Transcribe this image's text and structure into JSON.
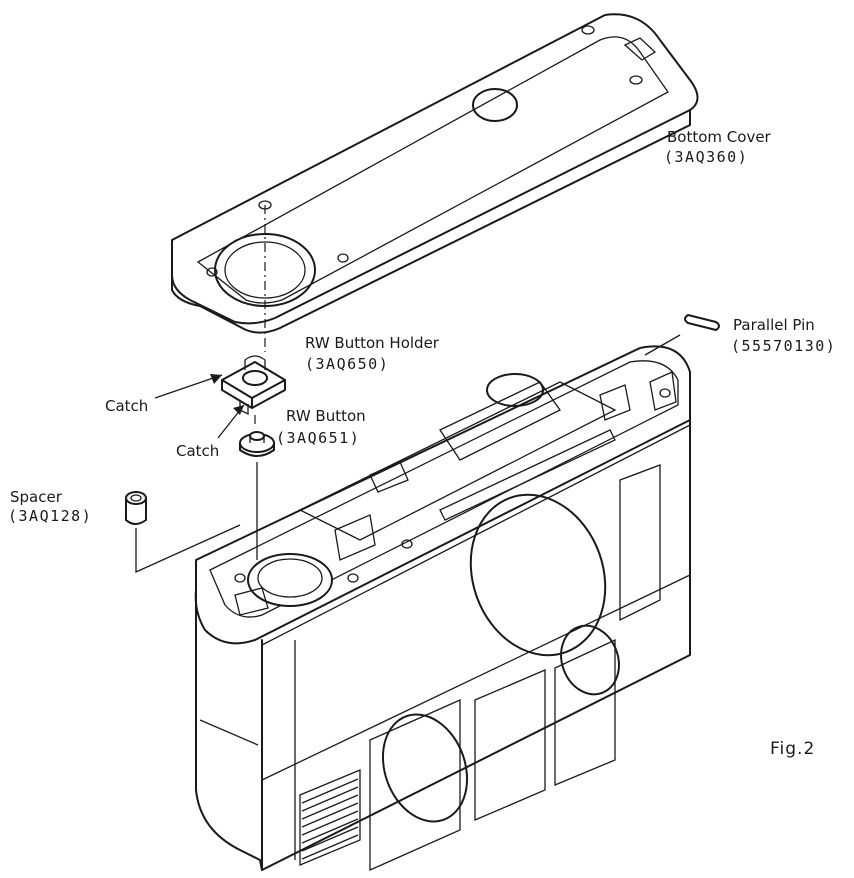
{
  "labels": {
    "bottom_cover": "Bottom Cover",
    "bottom_cover_code": "(3AQ360)",
    "parallel_pin": "Parallel Pin",
    "parallel_pin_code": "(55570130)",
    "rw_button_holder": "RW Button Holder",
    "rw_button_holder_code": "(3AQ650)",
    "catch_upper": "Catch",
    "catch_lower": "Catch",
    "rw_button": "RW Button",
    "rw_button_code": "(3AQ651)",
    "spacer": "Spacer",
    "spacer_code": "(3AQ128)",
    "figure": "Fig.2"
  },
  "colors": {
    "ink": "#1a1a1a",
    "paper": "#ffffff"
  }
}
